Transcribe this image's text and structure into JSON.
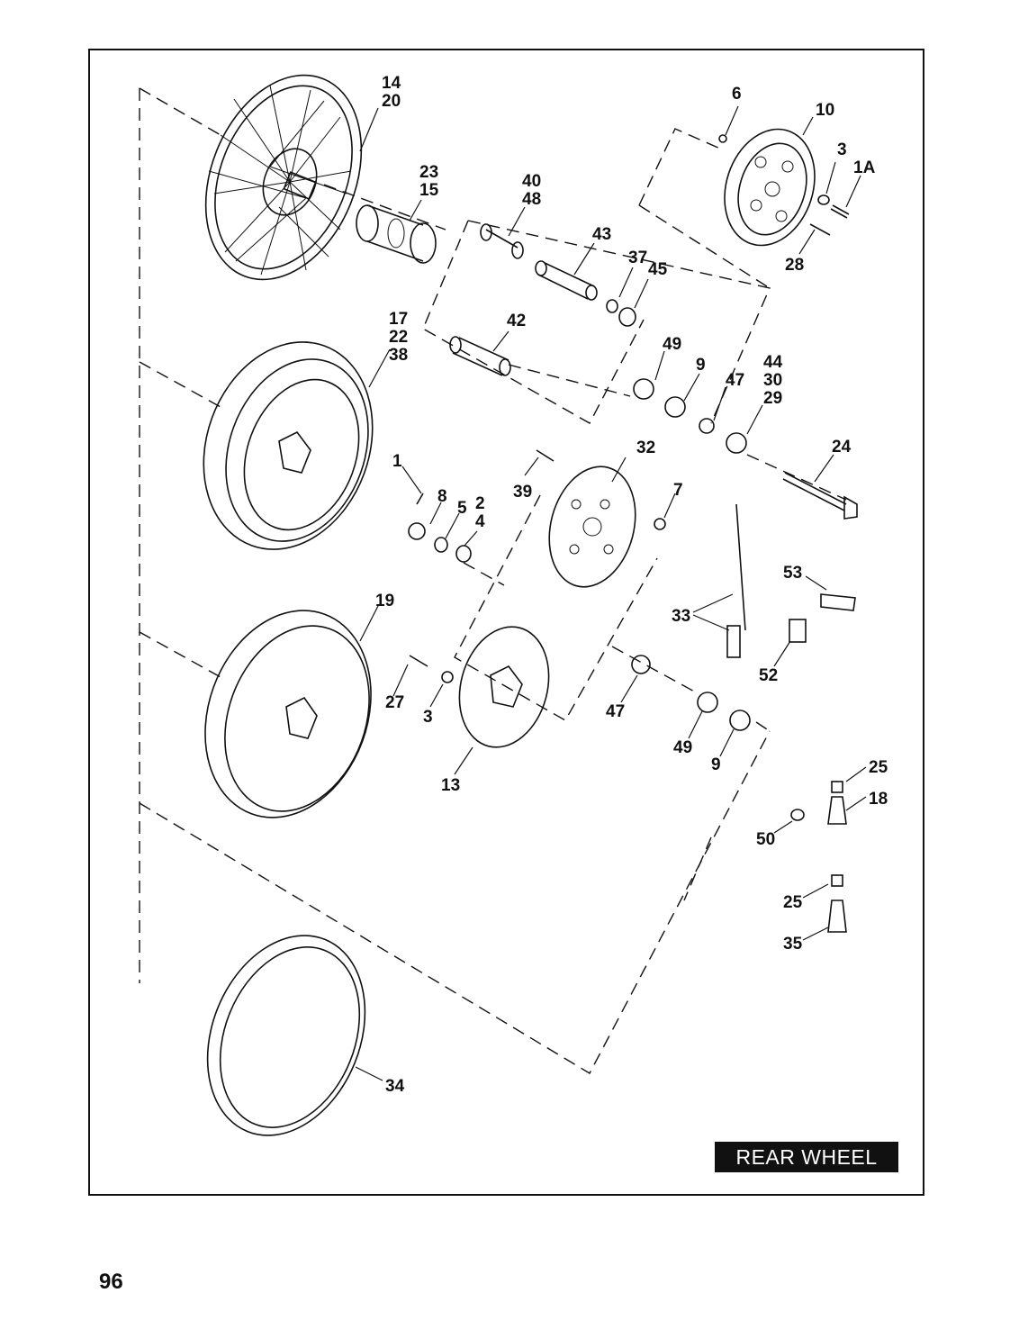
{
  "title": "REAR WHEEL",
  "page_number": "96",
  "callouts": {
    "c14": "14",
    "c20": "20",
    "c23": "23",
    "c15": "15",
    "c40": "40",
    "c48": "48",
    "c43": "43",
    "c37": "37",
    "c45": "45",
    "c6": "6",
    "c10": "10",
    "c3a": "3",
    "c1A": "1A",
    "c28": "28",
    "c17": "17",
    "c22": "22",
    "c38": "38",
    "c42": "42",
    "c49a": "49",
    "c9a": "9",
    "c47a": "47",
    "c44": "44",
    "c30": "30",
    "c29": "29",
    "c24": "24",
    "c32": "32",
    "c39": "39",
    "c1": "1",
    "c8": "8",
    "c5": "5",
    "c2": "2",
    "c4": "4",
    "c7": "7",
    "c53": "53",
    "c33": "33",
    "c52": "52",
    "c19": "19",
    "c27": "27",
    "c3b": "3",
    "c47b": "47",
    "c13": "13",
    "c49b": "49",
    "c9b": "9",
    "c25a": "25",
    "c18": "18",
    "c50": "50",
    "c25b": "25",
    "c35": "35",
    "c34": "34"
  }
}
